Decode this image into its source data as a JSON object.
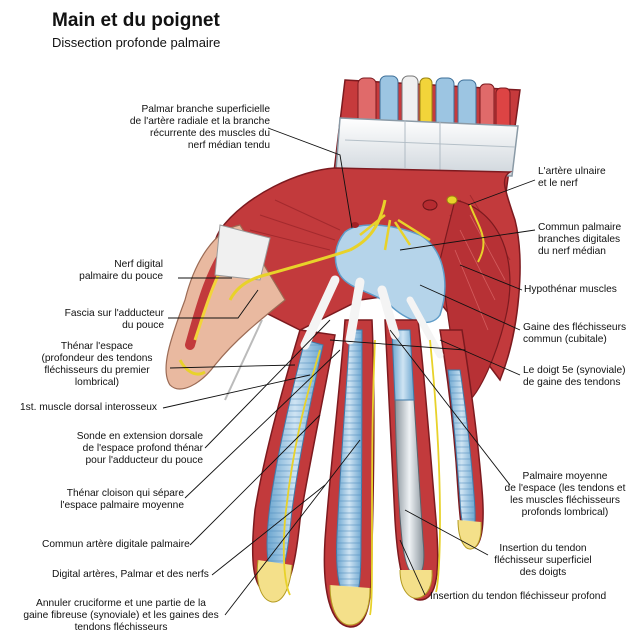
{
  "header": {
    "title": "Main et du poignet",
    "subtitle": "Dissection profonde palmaire"
  },
  "labels": {
    "palmar_branch": "Palmar branche superficielle\nde l'artère radiale et la branche\nrécurrente des muscles du\nnerf médian tendu",
    "ulnar_artery": "L'artère ulnaire\net le nerf",
    "common_palmar": "Commun palmaire\nbranches digitales\ndu nerf médian",
    "digital_nerve_thumb": "Nerf digital\npalmaire du pouce",
    "hypothenar": "Hypothénar muscles",
    "fascia_adductor": "Fascia sur l'adducteur\ndu pouce",
    "flexor_sheath": "Gaine des fléchisseurs\ncommun (cubitale)",
    "thenar_space": "Thénar l'espace\n(profondeur des tendons\nfléchisseurs du premier\nlombrical)",
    "fifth_finger": "Le doigt 5e (synoviale)\nde gaine des tendons",
    "dorsal_interosseous": "1st. muscle dorsal interosseux",
    "probe": "Sonde en extension dorsale\nde l'espace profond thénar\npour l'adducteur du pouce",
    "mid_palmar": "Palmaire moyenne\nde l'espace (les tendons et\nles muscles fléchisseurs\nprofonds lombrical)",
    "thenar_septum": "Thénar cloison qui sépare\nl'espace palmaire moyenne",
    "common_digital_artery": "Commun artère digitale palmaire",
    "insertion_superficial": "Insertion du tendon\nfléchisseur superficiel\ndes doigts",
    "digital_arteries": "Digital artères, Palmar et des nerfs",
    "insertion_deep": "Insertion du tendon fléchisseur profond",
    "cruciform": "Annuler cruciforme et une partie de la\ngaine fibreuse (synoviale) et les gaines des\ntendons fléchisseurs"
  },
  "colors": {
    "muscle": "#c2383b",
    "muscle_dark": "#8f1f24",
    "sheath": "#a8cce6",
    "sheath_dark": "#5f9cc8",
    "nerve": "#e8d22a",
    "fascia": "#f2f2f2",
    "skin": "#e9b9a0"
  }
}
